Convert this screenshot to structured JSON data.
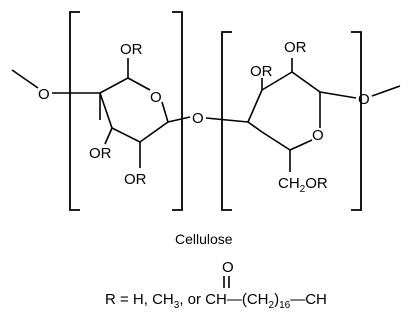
{
  "diagram": {
    "caption": "Cellulose",
    "atoms": {
      "o_left_link": "O",
      "o_middle_link": "O",
      "o_right_link": "O",
      "ring1_top": "OR",
      "ring1_o": "O",
      "ring1_lower": "OR",
      "ring1_bottom": "OR",
      "ring2_top_right": "OR",
      "ring2_top_left": "OR",
      "ring2_o": "O",
      "ring2_ch2_a": "CH",
      "ring2_ch2_sub": "2",
      "ring2_ch2_b": "OR"
    },
    "r_group": {
      "prefix": "R = H, CH",
      "prefix_sub": "3",
      "mid": ", or ",
      "acyl_c": "CH",
      "acyl_o": "O",
      "dash1": "—(CH",
      "chain_sub_2": "2",
      ")": ")",
      "chain_sub_16": "16",
      "tail": "—CH"
    }
  }
}
